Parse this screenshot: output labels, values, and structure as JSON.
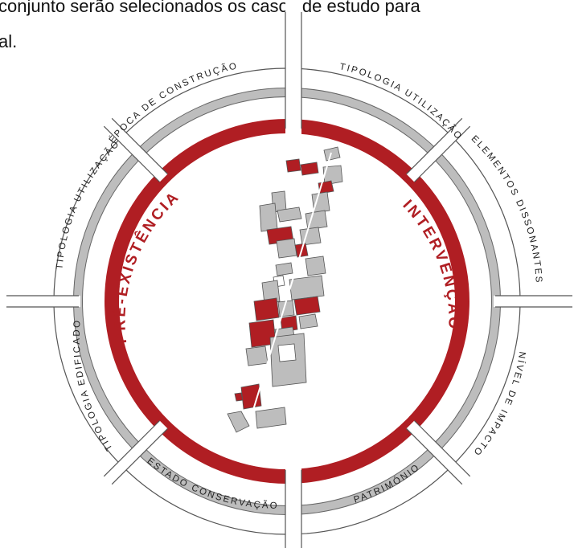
{
  "intro": {
    "line1": "conjunto serão selecionados os casos de estudo para",
    "line2": "al."
  },
  "diagram": {
    "outer_labels": {
      "epoca_construcao": "ÉPOCA DE CONSTRUÇÃO",
      "tipologia_utilizacao_right": "TIPOLOGIA UTILIZAÇÃO",
      "elementos_dissonantes": "ELEMENTOS DISSONANTES",
      "nivel_impacto": "NÍVEL DE IMPACTO",
      "patrimonio": "PATRIMÓNIO",
      "estado_conservacao": "ESTADO CONSERVAÇÃO",
      "tipologia_edificado": "TIPOLOGIA EDIFICADO",
      "tipologia_utilizacao_left": "TIPOLOGIA UTILIZAÇÃO"
    },
    "inner_labels": {
      "pre_existencia": "PRÉ-EXISTÊNCIA",
      "intervencao": "INTERVENÇÃO"
    },
    "colors": {
      "red": "#b01e23",
      "grey": "#bdbdbd",
      "outline": "#555555"
    }
  }
}
